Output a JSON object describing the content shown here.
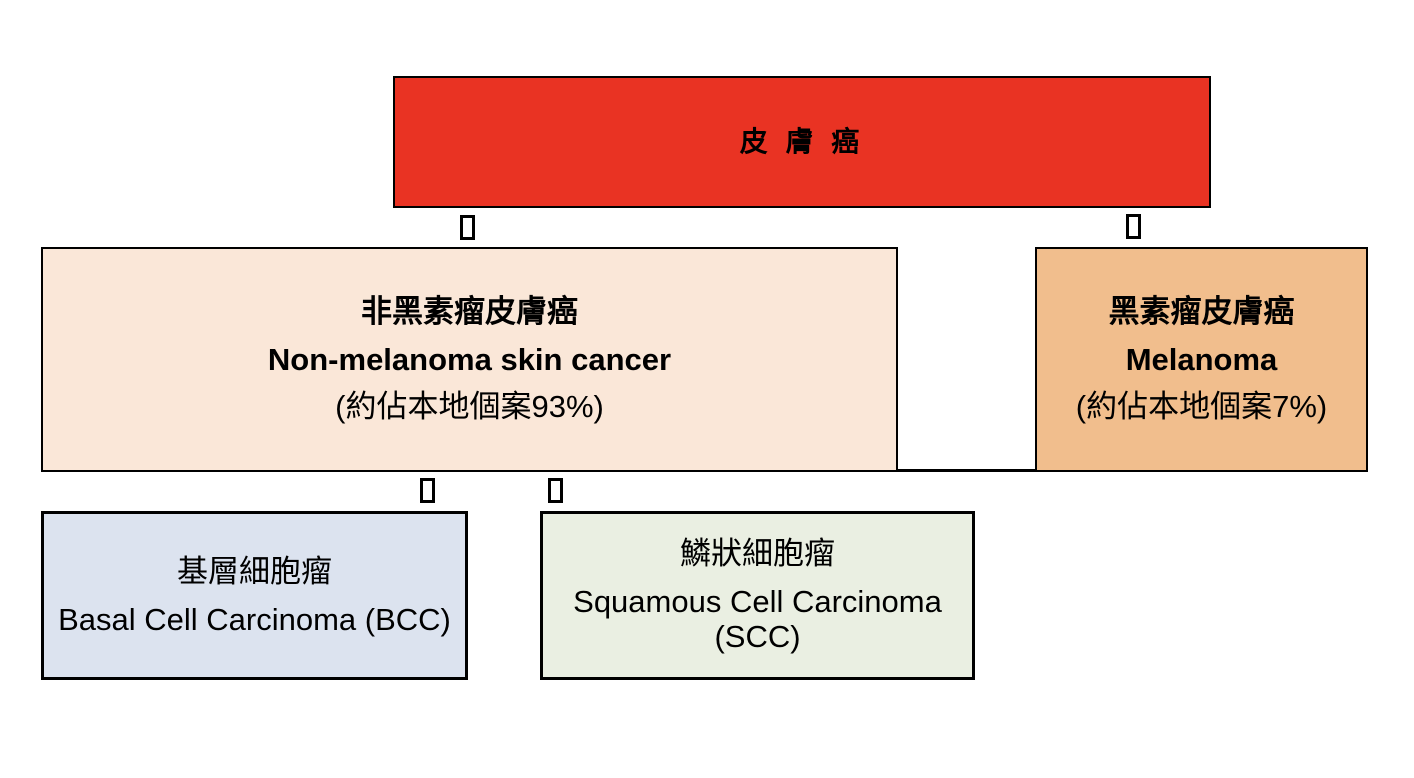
{
  "page": {
    "background_color": "#FFFFFF",
    "border_color": "#000000"
  },
  "boxes": {
    "skin_cancer": {
      "title": "皮 膚 癌",
      "bg_color": "#E93323"
    },
    "non_melanoma": {
      "title_zh": "非黑素瘤皮膚癌",
      "title_en": "Non-melanoma skin cancer",
      "note": "(約佔本地個案93%)",
      "local_case_share": "93%",
      "bg_color": "#FAE7D8"
    },
    "melanoma": {
      "title_zh": "黑素瘤皮膚癌",
      "title_en": "Melanoma",
      "note": "(約佔本地個案7%)",
      "local_case_share": "7%",
      "bg_color": "#F1BE8D"
    },
    "bcc": {
      "title_zh": "基層細胞瘤",
      "title_en": "Basal Cell Carcinoma (BCC)",
      "bg_color": "#DCE3EF"
    },
    "scc": {
      "title_zh": "鱗狀細胞瘤",
      "title_en": "Squamous Cell Carcinoma (SCC)",
      "bg_color": "#EAEFE2"
    }
  },
  "icons": {
    "down_arrow_placeholder": "▯"
  }
}
